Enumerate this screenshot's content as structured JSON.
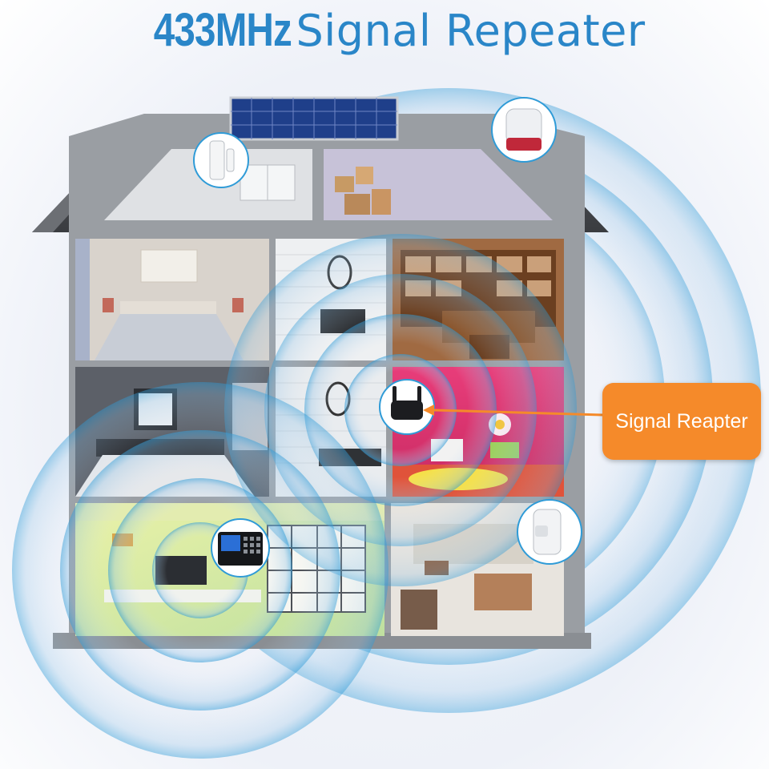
{
  "title": {
    "bold_part": "433MHz",
    "light_part": "Signal Repeater"
  },
  "callout": {
    "label": "Signal Reapter"
  },
  "colors": {
    "title_blue": "#2a86c8",
    "callout_orange": "#f58a2a",
    "wave_blue": "#2f9bd7",
    "house_wall": "#9a9ea3",
    "roof": "#4a4d52"
  },
  "devices": [
    {
      "name": "door-sensor-icon"
    },
    {
      "name": "solar-panel-icon"
    },
    {
      "name": "siren-icon"
    },
    {
      "name": "signal-repeater-icon"
    },
    {
      "name": "alarm-panel-icon"
    },
    {
      "name": "pir-motion-sensor-icon"
    }
  ],
  "rooms": [
    {
      "name": "attic-left"
    },
    {
      "name": "attic-storage"
    },
    {
      "name": "bedroom-1"
    },
    {
      "name": "bathroom-1"
    },
    {
      "name": "study"
    },
    {
      "name": "bedroom-2"
    },
    {
      "name": "bathroom-2"
    },
    {
      "name": "kids-room"
    },
    {
      "name": "living-room"
    },
    {
      "name": "kitchen"
    }
  ]
}
